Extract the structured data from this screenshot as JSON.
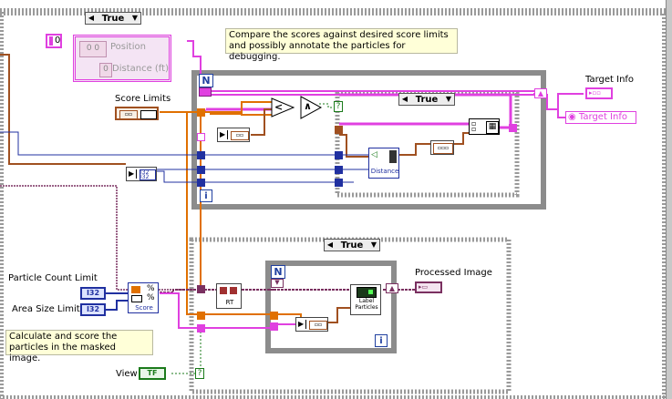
{
  "case_main": {
    "selector": "True"
  },
  "case_inner_top": {
    "selector": "True"
  },
  "case_bottom": {
    "selector": "True"
  },
  "cluster": {
    "index_value": "0",
    "position_label": "Position",
    "position_value": "0 0",
    "distance_label": "Distance (ft)",
    "distance_value": "0"
  },
  "comments": {
    "top": "Compare the scores against desired score limits and possibly annotate the particles for debugging.",
    "bottom": "Calculate and score the particles in the masked image."
  },
  "labels": {
    "score_limits": "Score Limits",
    "target_info": "Target Info",
    "target_info_indicator": "Target Info",
    "particle_count_limit": "Particle Count Limit",
    "area_size_limit": "Area Size Limit",
    "processed_image": "Processed Image",
    "view": "View"
  },
  "constants": {
    "particle_count_type": "I32",
    "area_size_type": "I32",
    "view_type": "TF",
    "distance_subvi": "Distance",
    "score_subvi": "Score",
    "label_particles_subvi": "Label Particles",
    "rt_subvi": "RT",
    "comparison_lt": "<",
    "comparison_and": "∧",
    "loop_N": "N",
    "loop_i": "i",
    "unknown_terminal": "?"
  },
  "colors": {
    "cluster_wire": "#e040e0",
    "integer_wire": "#2030a0",
    "image_wire": "#7a3060",
    "boolean_wire": "#1a7a1a",
    "fixed_wire": "#e07000",
    "brown_wire": "#a05020",
    "frame_gray": "#9a9a9a"
  }
}
